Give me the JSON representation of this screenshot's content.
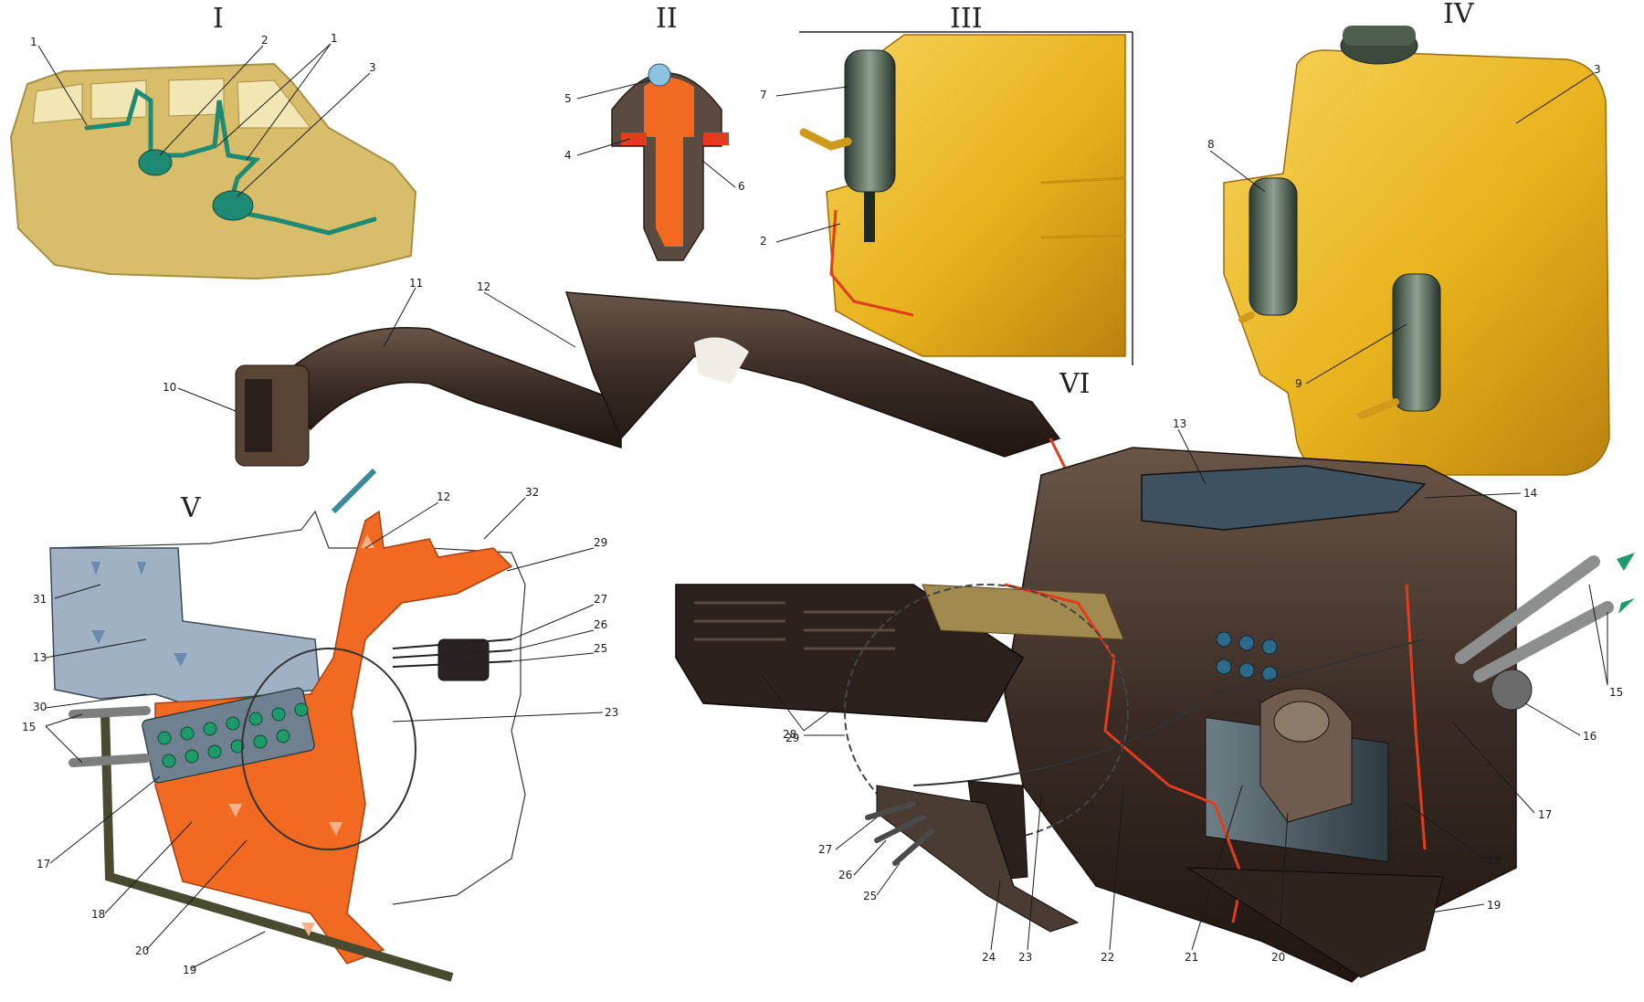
{
  "panel_labels": {
    "p1": "I",
    "p2": "II",
    "p3": "III",
    "p4": "IV",
    "p5": "V",
    "p6": "VI"
  },
  "callouts": {
    "c1a": "1",
    "c1b": "1",
    "c2a": "2",
    "c3a": "3",
    "c5": "5",
    "c4": "4",
    "c6": "6",
    "c7": "7",
    "c2b": "2",
    "c3b": "3",
    "c8": "8",
    "c9": "9",
    "c10": "10",
    "c11": "11",
    "c12a": "12",
    "c13a": "13",
    "c14": "14",
    "c31": "31",
    "c13b": "13",
    "c30": "30",
    "c15a": "15",
    "c17a": "17",
    "c18a": "18",
    "c20a": "20",
    "c19a": "19",
    "c12b": "12",
    "c32": "32",
    "c29a": "29",
    "c27a": "27",
    "c26a": "26",
    "c25a": "25",
    "c23a": "23",
    "c29b": "29",
    "c28": "28",
    "c27b": "27",
    "c26b": "26",
    "c25b": "25",
    "c24": "24",
    "c23b": "23",
    "c22": "22",
    "c21": "21",
    "c20b": "20",
    "c19b": "19",
    "c18b": "18",
    "c17b": "17",
    "c16": "16",
    "c15b": "15"
  },
  "colors": {
    "body_shell": "#d8bd6a",
    "washer_line": "#1f8a74",
    "reservoir": "#e8b21c",
    "duct_dark": "#3a2c25",
    "hot_air": "#f26a22",
    "cool_air": "#8fa8bd",
    "heater_core": "#2d6a8a",
    "grey_panel": "#9fb1c2"
  },
  "icons": {
    "pump": "washer-pump-icon",
    "nozzle": "washer-nozzle-icon"
  }
}
